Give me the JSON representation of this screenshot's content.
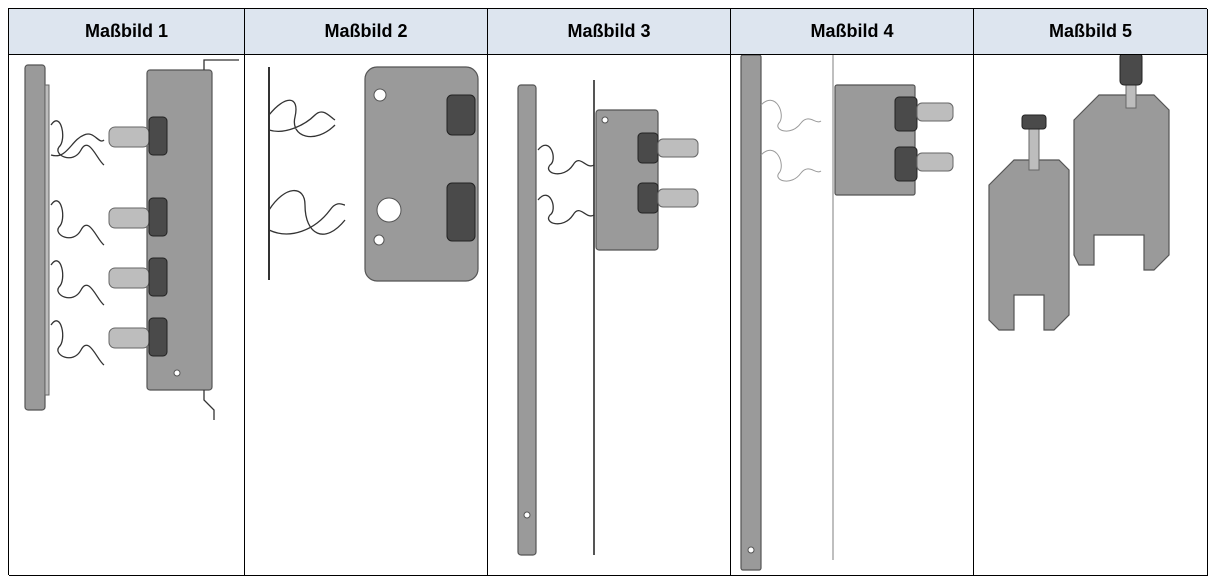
{
  "table": {
    "headers": [
      "Maßbild 1",
      "Maßbild 2",
      "Maßbild 3",
      "Maßbild 4",
      "Maßbild 5"
    ]
  }
}
